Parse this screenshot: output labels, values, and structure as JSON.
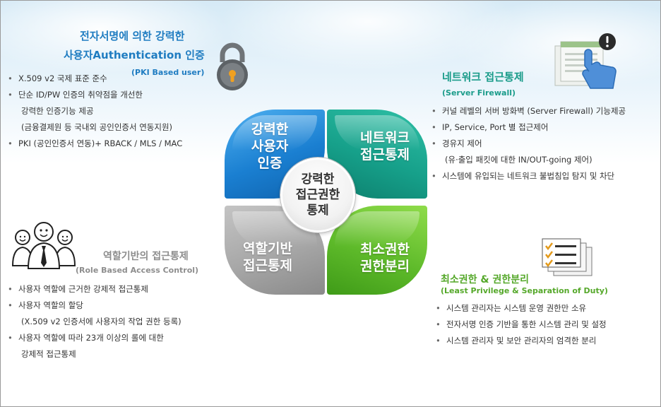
{
  "auth": {
    "title_line1": "전자서명에 의한 강력한",
    "title_line2": "사용자Authentication 인증",
    "subtitle": "(PKI Based user)",
    "items": [
      {
        "text": "X.509 v2 국제 표준 준수",
        "bullet": true
      },
      {
        "text": "단순 ID/PW 인증의 취약점을 개선한",
        "bullet": true
      },
      {
        "text": "강력한 인증기능 제공",
        "bullet": false
      },
      {
        "text": "(금융결제원 등 국내외 공인인증서 연동지원)",
        "bullet": false
      },
      {
        "text": "PKI (공인인증서 연동)+ RBACK / MLS / MAC",
        "bullet": true
      }
    ]
  },
  "network": {
    "title": "네트워크 접근통제",
    "subtitle": "(Server Firewall)",
    "items": [
      {
        "text": "커널 레벨의 서버 방화벽 (Server Firewall) 기능제공",
        "bullet": true
      },
      {
        "text": "IP, Service, Port 별 접근제어",
        "bullet": true
      },
      {
        "text": "경유지 제어",
        "bullet": true
      },
      {
        "text": "(유·출입 패킷에 대한 IN/OUT-going 제어)",
        "bullet": false
      },
      {
        "text": "시스템에 유입되는 네트워크 불법침입 탐지 및 차단",
        "bullet": true
      }
    ]
  },
  "rbac": {
    "title": "역할기반의 접근통제",
    "subtitle": "(Role Based Access Control)",
    "items": [
      {
        "text": "사용자 역할에 근거한 강제적 접근통제",
        "bullet": true
      },
      {
        "text": "사용자 역할의 할당",
        "bullet": true
      },
      {
        "text": "(X.509 v2 인증서에 사용자의 작업 권한 등록)",
        "bullet": false
      },
      {
        "text": "사용자 역할에 따라 23개 이상의 롤에 대한",
        "bullet": true
      },
      {
        "text": "강제적 접근통제",
        "bullet": false
      }
    ]
  },
  "privilege": {
    "title": "최소권한 & 권한분리",
    "subtitle": "(Least Privilege & Separation of Duty)",
    "items": [
      {
        "text": "시스템 관리자는 시스템 운영 권한만 소유",
        "bullet": true
      },
      {
        "text": "전자서명 인증 기반을 통한 시스템 관리 및 설정",
        "bullet": true
      },
      {
        "text": "시스템 관리자 및 보안 관리자의 엄격한 분리",
        "bullet": true
      }
    ]
  },
  "diagram": {
    "petal_tl": "강력한\n사용자\n인증",
    "petal_tr": "네트워크\n접근통제",
    "petal_bl": "역할기반\n접근통제",
    "petal_br": "최소권한\n권한분리",
    "center": "강력한\n접근권한\n통제"
  },
  "icons": {
    "auth": "padlock-icon",
    "network": "firewall-hand-icon",
    "rbac": "users-group-icon",
    "privilege": "checklist-documents-icon"
  },
  "colors": {
    "blue": "#1a7fd1",
    "teal": "#16a08a",
    "gray": "#a6a6a6",
    "green": "#5eba2a"
  }
}
